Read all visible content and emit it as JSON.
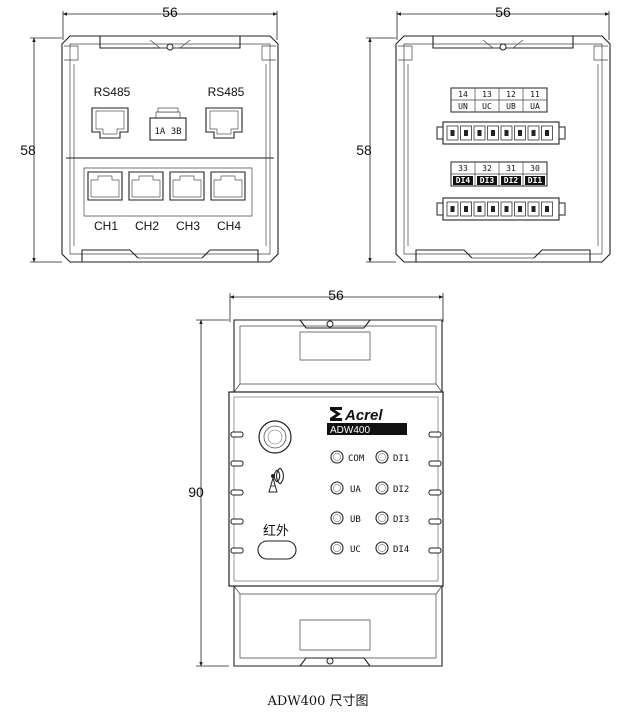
{
  "dimensions": {
    "top_left_width": "56",
    "top_left_height": "58",
    "top_right_width": "56",
    "top_right_height": "58",
    "bottom_width": "56",
    "bottom_height": "90"
  },
  "front_view": {
    "port_rs485_left": "RS485",
    "port_rs485_right": "RS485",
    "small_port_label": "1A 3B",
    "channels": [
      "CH1",
      "CH2",
      "CH3",
      "CH4"
    ]
  },
  "rear_view": {
    "top_terminals": [
      {
        "num": "14",
        "name": "UN"
      },
      {
        "num": "13",
        "name": "UC"
      },
      {
        "num": "12",
        "name": "UB"
      },
      {
        "num": "11",
        "name": "UA"
      }
    ],
    "bottom_terminals": [
      {
        "num": "33",
        "name": "DI4"
      },
      {
        "num": "32",
        "name": "DI3"
      },
      {
        "num": "31",
        "name": "DI2"
      },
      {
        "num": "30",
        "name": "DI1"
      }
    ]
  },
  "panel": {
    "brand": "Acrel",
    "model": "ADW400",
    "infrared_label": "红外",
    "leds_left": [
      "COM",
      "UA",
      "UB",
      "UC"
    ],
    "leds_right": [
      "DI1",
      "DI2",
      "DI3",
      "DI4"
    ]
  },
  "caption": "ADW400 尺寸图",
  "icons": {
    "wireless": "wireless-signal-icon",
    "logo": "acrel-logo-icon"
  }
}
